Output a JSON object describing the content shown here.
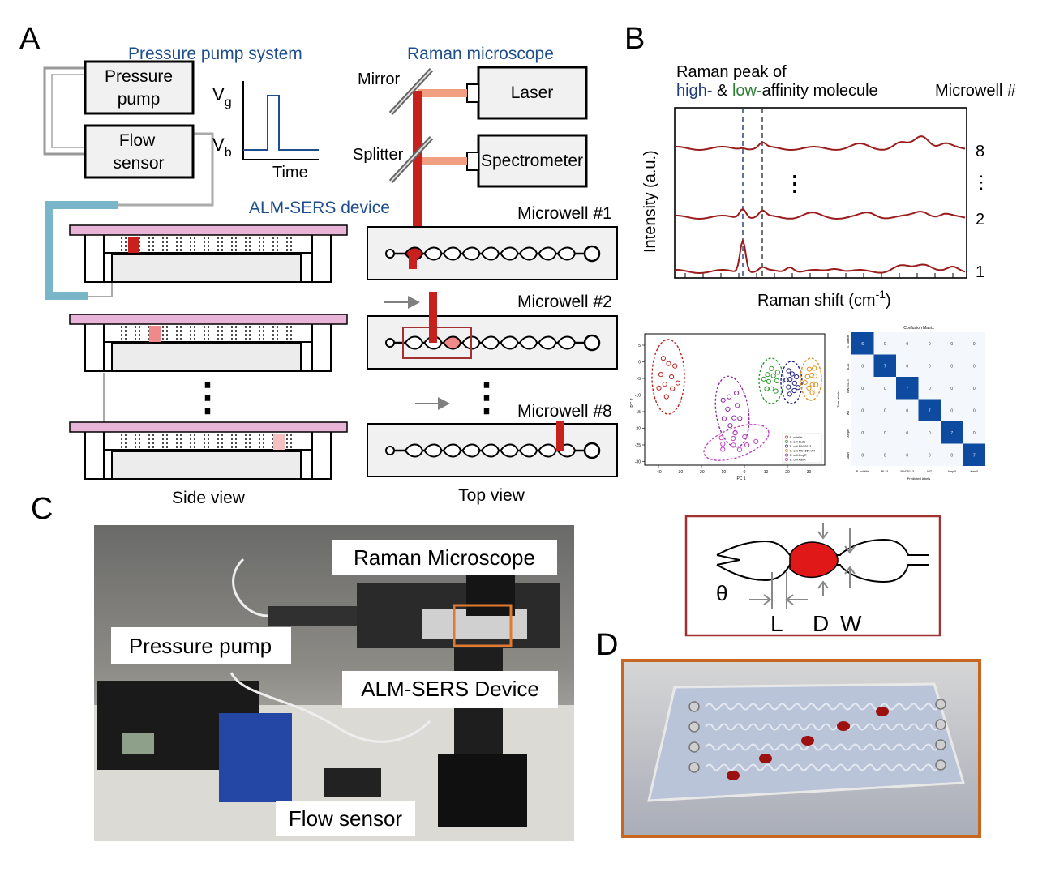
{
  "panels": {
    "a": "A",
    "b": "B",
    "c": "C",
    "d": "D"
  },
  "panel_a": {
    "pump_system_title": "Pressure pump system",
    "pump_box_line1": "Pressure",
    "pump_box_line2": "pump",
    "flow_box_line1": "Flow",
    "flow_box_line2": "sensor",
    "vg": "V",
    "vg_sub": "g",
    "vb": "V",
    "vb_sub": "b",
    "time": "Time",
    "raman_title": "Raman microscope",
    "mirror": "Mirror",
    "splitter": "Splitter",
    "laser": "Laser",
    "spectrometer": "Spectrometer",
    "device_title": "ALM-SERS device",
    "microwell_1": "Microwell #1",
    "microwell_2": "Microwell #2",
    "microwell_8": "Microwell #8",
    "dots": "⋮",
    "side_view": "Side view",
    "top_view": "Top view"
  },
  "panel_b": {
    "peak_title": "Raman peak of",
    "high": "high-",
    "amp": " & ",
    "low": "low-",
    "affinity": "affinity molecule",
    "microwell_hash": "Microwell #",
    "ylabel": "Intensity (a.u.)",
    "xlabel": "Raman shift (cm",
    "xlabel_sup": "-1",
    "xlabel_end": ")",
    "trace_labels": [
      "8",
      "2",
      "1"
    ],
    "dots": "⋮",
    "confusion_title": "Confusion Matrix",
    "classes": [
      "B. subtilis",
      "BL21",
      "BW25113",
      "WT",
      "AmpR",
      "KanR"
    ],
    "diag_values": [
      "6",
      "7",
      "7",
      "7",
      "7",
      "7"
    ],
    "off_value": "0",
    "cm_ylabel": "True labels",
    "cm_xlabel": "Predicted labels",
    "pca_xlabel": "PC 1",
    "pca_ylabel": "PC 2",
    "pca_xticks": [
      "-40",
      "-30",
      "-20",
      "-10",
      "0",
      "10",
      "20",
      "30"
    ],
    "pca_yticks": [
      "5",
      "0",
      "-5",
      "-10",
      "-15",
      "-20",
      "-25",
      "-30"
    ],
    "pca_legend": [
      "B. subtilis",
      "E. coli BL21",
      "E. coli BW25113",
      "E. coli MG1655 WT",
      "E. coli AmpR",
      "E. coli KanR"
    ]
  },
  "panel_c": {
    "raman": "Raman Microscope",
    "pump": "Pressure pump",
    "device": "ALM-SERS Device",
    "flow": "Flow sensor"
  },
  "panel_d": {
    "theta": "θ",
    "l": "L",
    "d": "D",
    "w": "W"
  },
  "colors": {
    "blue_title": "#1f4e8c",
    "laser_red": "#c8201c",
    "beam_salmon": "#f0a080",
    "chip_pink": "#e8b4d8",
    "tube_cyan": "#79b6c9",
    "trace_red": "#9b1c1c",
    "high_blue": "#1f3a78",
    "low_green": "#2e7d32",
    "cm_blue": "#0d4aa0",
    "frame_red": "#a33030",
    "frame_orange": "#c8651e"
  }
}
